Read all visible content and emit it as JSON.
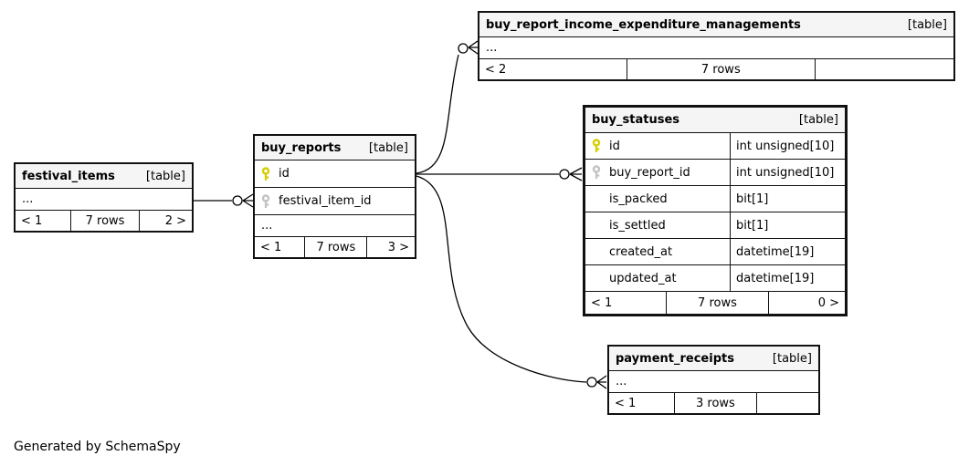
{
  "diagram": {
    "generated_by": "Generated by SchemaSpy"
  },
  "colors": {
    "header_bg": "#f5f5f5",
    "table_border": "#111111",
    "primary_key_icon": "#d6ce00",
    "foreign_key_icon": "#c3c3c3",
    "relationship_line": "#000000"
  },
  "tables": [
    {
      "name": "festival_items",
      "tag": "[table]",
      "ellipsis": "...",
      "footer": {
        "left": "< 1",
        "center": "7 rows",
        "right": "2 >"
      }
    },
    {
      "name": "buy_reports",
      "tag": "[table]",
      "columns": [
        {
          "name": "id",
          "key": "primary"
        },
        {
          "name": "festival_item_id",
          "key": "foreign"
        }
      ],
      "ellipsis": "...",
      "footer": {
        "left": "< 1",
        "center": "7 rows",
        "right": "3 >"
      }
    },
    {
      "name": "buy_report_income_expenditure_managements",
      "tag": "[table]",
      "ellipsis": "...",
      "footer": {
        "left": "< 2",
        "center": "7 rows",
        "right": ""
      }
    },
    {
      "name": "buy_statuses",
      "tag": "[table]",
      "columns": [
        {
          "name": "id",
          "type": "int unsigned[10]",
          "key": "primary"
        },
        {
          "name": "buy_report_id",
          "type": "int unsigned[10]",
          "key": "foreign"
        },
        {
          "name": "is_packed",
          "type": "bit[1]",
          "key": "none"
        },
        {
          "name": "is_settled",
          "type": "bit[1]",
          "key": "none"
        },
        {
          "name": "created_at",
          "type": "datetime[19]",
          "key": "none"
        },
        {
          "name": "updated_at",
          "type": "datetime[19]",
          "key": "none"
        }
      ],
      "footer": {
        "left": "< 1",
        "center": "7 rows",
        "right": "0 >"
      }
    },
    {
      "name": "payment_receipts",
      "tag": "[table]",
      "ellipsis": "...",
      "footer": {
        "left": "< 1",
        "center": "3 rows",
        "right": ""
      }
    }
  ],
  "relationships": [
    {
      "from": "festival_items",
      "to": "buy_reports.festival_item_id"
    },
    {
      "from": "buy_reports.id",
      "to": "buy_report_income_expenditure_managements"
    },
    {
      "from": "buy_reports.id",
      "to": "buy_statuses.buy_report_id"
    },
    {
      "from": "buy_reports.id",
      "to": "payment_receipts"
    }
  ]
}
